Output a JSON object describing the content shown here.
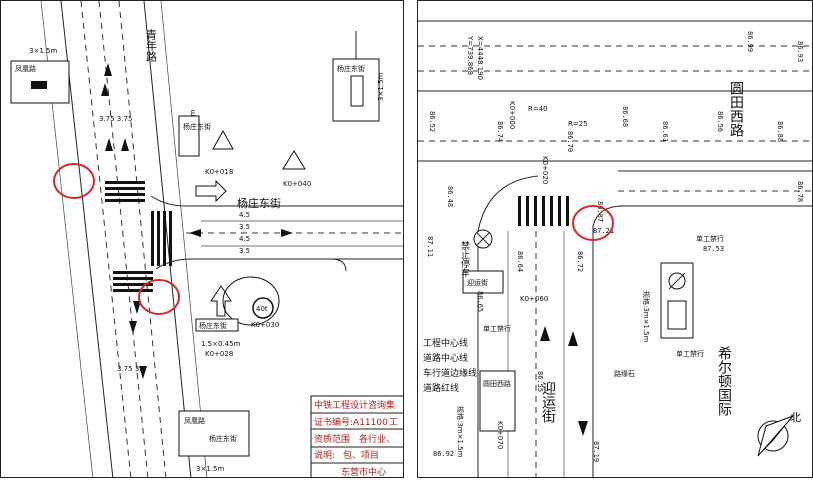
{
  "left": {
    "road_name_vertical": "青年路",
    "road_name_east": "杨庄东街",
    "sign_size_top_left": "3×1.5m",
    "sign_size_right": "3×1.5m",
    "sign_size_bottom": "3×1.5m",
    "dim_a": "3.75 3.75",
    "dim_b": "3.75 3.5",
    "dim_c": "1.5×0.45m",
    "dim_d": "1.5×0.45m",
    "stake_k0_018": "K0+018",
    "stake_k0_040": "K0+040",
    "stake_k0_028": "K0+028",
    "stake_k0_030": "K0+030",
    "speed_limit": "40t",
    "lane_dim_1": "4.5",
    "lane_dim_2": "3.5",
    "lane_dim_3": "3.5",
    "lane_dim_4": "4.5",
    "small_sign_a": "杨庄东街",
    "small_sign_b": "杨庄东街",
    "bottom_sign_a": "凤凰路",
    "bottom_sign_b": "杨庄东街",
    "top_left_sign": "凤凰路",
    "right_sign_text": "杨庄东街",
    "title_block": {
      "company": "中铁工程设计咨询集",
      "cert_label": "证书编号:A11100",
      "scope": "资质范围",
      "scope_detail": "各行业、",
      "note": "说明:",
      "note_detail": "包、项目",
      "mark": "工",
      "bottom": "东营市中心"
    }
  },
  "right": {
    "road_name_east": "圆田西路",
    "road_name_south": "迎运街",
    "company_name": "希尔顿国际",
    "compass_letter": "北",
    "stake_a": "K0+000",
    "stake_b": "K0+020",
    "stake_c": "K0+060",
    "stake_d": "K0+070",
    "coord_1": "X=4448.190",
    "coord_2": "Y=739.868",
    "coord_3": "R=40",
    "coord_4": "R=25",
    "sign_size_a": "规格:3m×1.5m",
    "sign_size_b": "规格:3m×1.5m",
    "label_a": "单工禁行",
    "label_b": "工程中心线",
    "label_c": "道路中心线",
    "label_d": "车行道边缘线",
    "label_e": "道路红线",
    "label_f": "单工禁行",
    "label_g": "禁止停车",
    "label_h": "路缘石",
    "label_i": "单工禁行",
    "sign_text_a": "迎运街",
    "sign_text_b": "圆田西路",
    "elev_values": [
      "86.52",
      "86.74",
      "86.70",
      "86.68",
      "86.61",
      "86.56",
      "86.88",
      "87.11",
      "87.53",
      "86.48",
      "86.72",
      "86.64",
      "86.55",
      "86.92",
      "86.87",
      "86.65",
      "87.21",
      "87.19",
      "86.78",
      "86.93",
      "86.99"
    ]
  }
}
